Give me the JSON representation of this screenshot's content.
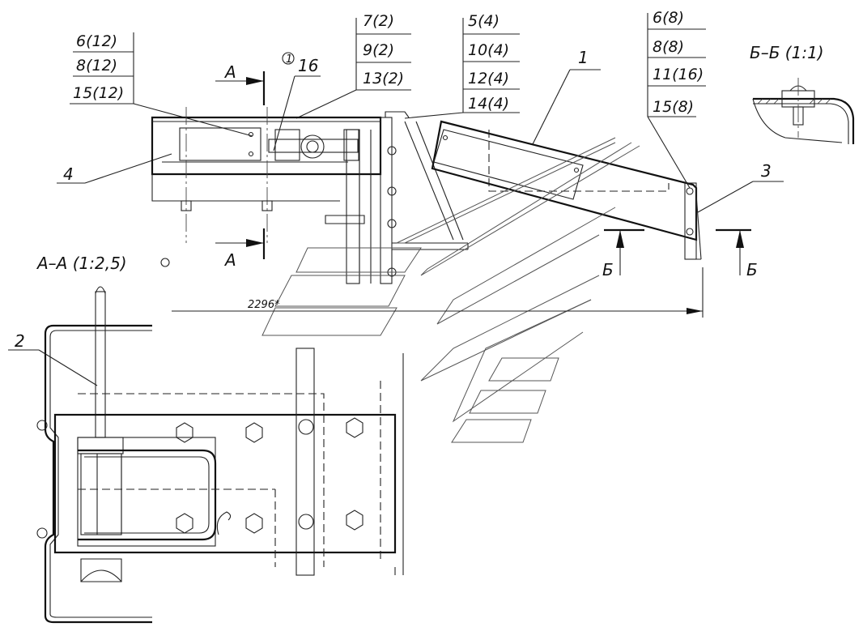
{
  "callouts": {
    "group_left": [
      "6(12)",
      "8(12)",
      "15(12)"
    ],
    "group_mid": [
      "7(2)",
      "9(2)",
      "13(2)"
    ],
    "group_midright": [
      "5(4)",
      "10(4)",
      "12(4)",
      "14(4)"
    ],
    "group_right": [
      "6(8)",
      "8(8)",
      "11(16)",
      "15(8)"
    ]
  },
  "positions": {
    "p1": "1",
    "p2": "2",
    "p3": "3",
    "p4": "4",
    "p16": "16",
    "circled": "1"
  },
  "sections": {
    "aa_title": "А–А (1:2,5)",
    "bb_title": "Б–Б (1:1)",
    "a_top": "А",
    "a_bottom": "А",
    "b_left": "Б",
    "b_right": "Б"
  },
  "dimension": {
    "value": "2296*"
  }
}
